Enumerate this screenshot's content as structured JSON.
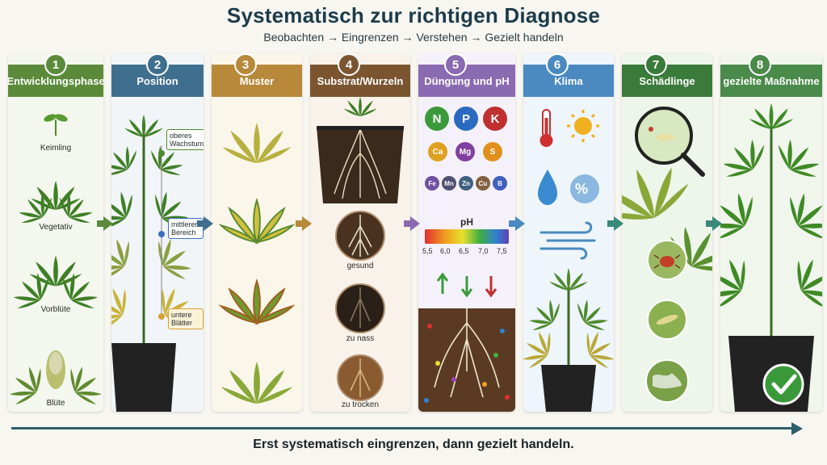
{
  "title": "Systematisch zur richtigen Diagnose",
  "subtitle": "Beobachten → Eingrenzen → Verstehen → Gezielt handeln",
  "steps": [
    {
      "number": "1",
      "title": "Entwicklungsphase",
      "color": "#5b8a3a"
    },
    {
      "number": "2",
      "title": "Position",
      "color": "#3f6f8f"
    },
    {
      "number": "3",
      "title": "Muster",
      "color": "#b8893a"
    },
    {
      "number": "4",
      "title": "Substrat/Wurzeln",
      "color": "#7a5530"
    },
    {
      "number": "5",
      "title": "Düngung und pH",
      "color": "#8a6ab0"
    },
    {
      "number": "6",
      "title": "Klima",
      "color": "#4a8ac0"
    },
    {
      "number": "7",
      "title": "Schädlinge",
      "color": "#3a7a3a"
    },
    {
      "number": "8",
      "title": "gezielte Maßnahme",
      "color": "#4a8a4a"
    }
  ],
  "phases": [
    "Keimling",
    "Vegetativ",
    "Vorblüte",
    "Blüte"
  ],
  "positions": {
    "top": "oberes Wachstum",
    "middle": "mittlerer Bereich",
    "bottom": "untere Blätter"
  },
  "roots": [
    "gesund",
    "zu nass",
    "zu trocken"
  ],
  "nutrients": {
    "macro": [
      "N",
      "P",
      "K"
    ],
    "secondary": [
      "Ca",
      "Mg",
      "S"
    ],
    "micro": [
      "Fe",
      "Mn",
      "Zn",
      "Cu",
      "B"
    ]
  },
  "ph": {
    "label": "pH",
    "ticks": [
      "5,5",
      "6,0",
      "6,5",
      "7,0",
      "7,5"
    ]
  },
  "climate_icons": [
    "thermometer-icon",
    "sun-icon",
    "water-drop-icon",
    "humidity-percent-icon",
    "wind-icon"
  ],
  "humidity_symbol": "%",
  "footer": "Erst systematisch eingrenzen, dann gezielt handeln.",
  "colors": {
    "green_arrow": "#5a8a3a",
    "timeline": "#2e5f6b",
    "leaf_green": "#4f8a2e",
    "leaf_yellow": "#c9b43a"
  }
}
